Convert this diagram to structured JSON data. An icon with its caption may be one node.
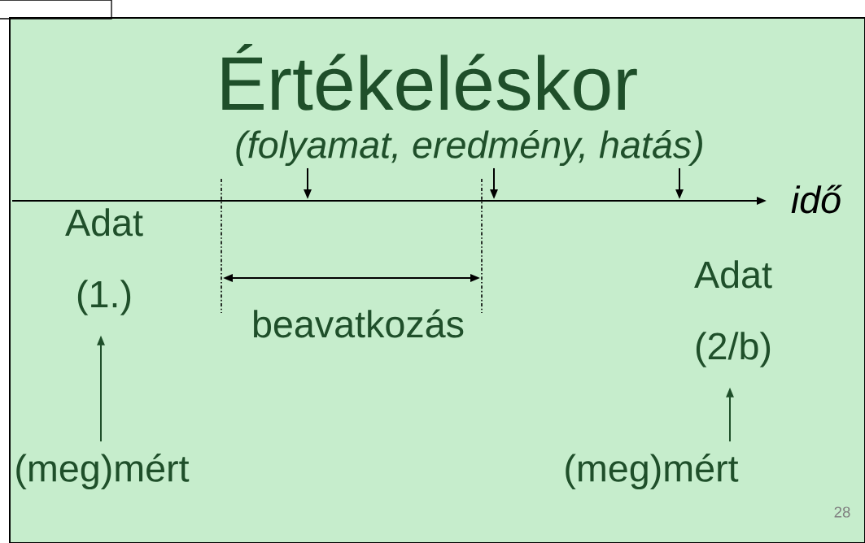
{
  "diagram": {
    "title": "Értékeléskor",
    "nodes": [
      {
        "text": [
          "(folyamat, eredmény, hatás)"
        ]
      },
      {
        "text": [
          "Adat (1.)"
        ]
      },
      {
        "text": [
          "(meg)mért"
        ]
      },
      {
        "text": [
          "Adat (2/b)"
        ]
      },
      {
        "text": [
          "(meg)mért"
        ]
      }
    ],
    "edges": [
      {
        "from": 0,
        "to": null,
        "arrow": "to"
      },
      {
        "from": 0,
        "to": null,
        "arrow": "to"
      },
      {
        "from": 0,
        "to": null,
        "arrow": "to"
      },
      {
        "from": 2,
        "to": 1,
        "arrow": "to"
      },
      {
        "from": 4,
        "to": 3,
        "arrow": "to"
      }
    ],
    "labels": [
      "idő",
      "beavatkozás",
      "28"
    ]
  }
}
